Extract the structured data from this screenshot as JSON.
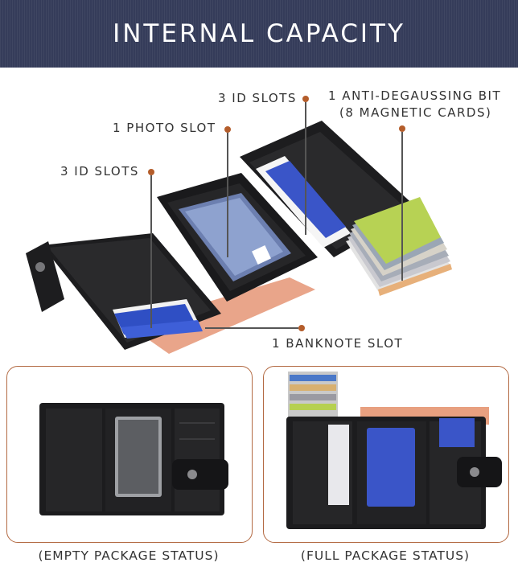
{
  "banner": {
    "title": "INTERNAL CAPACITY"
  },
  "callouts": {
    "id_slots_top": "3 ID SLOTS",
    "anti_degaussing_line1": "1 ANTI-DEGAUSSING BIT",
    "anti_degaussing_line2": "(8 MAGNETIC CARDS)",
    "photo_slot": "1 PHOTO SLOT",
    "id_slots_left": "3 ID SLOTS",
    "banknote_slot": "1 BANKNOTE SLOT"
  },
  "captions": {
    "empty": "(EMPTY PACKAGE STATUS)",
    "full": "(FULL PACKAGE STATUS)"
  },
  "colors": {
    "banner": "#353c5a",
    "accent_dot": "#b45d2b",
    "panel_border": "#b36a43"
  }
}
